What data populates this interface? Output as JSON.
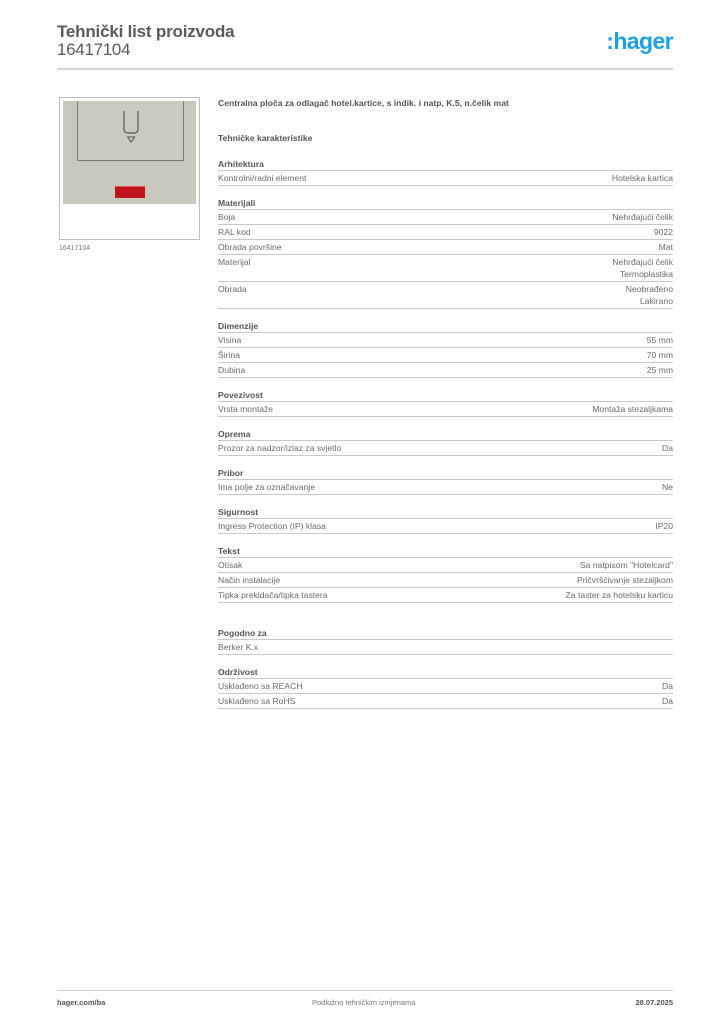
{
  "header": {
    "title": "Tehnički list proizvoda",
    "product_code": "16417104",
    "logo_text": ":hager",
    "logo_color": "#1aa3e8"
  },
  "product": {
    "image_caption": "16417104",
    "name": "Centralna ploča za odlagač hotel.kartice, s indik. i natp, K.5, n.čelik mat"
  },
  "specs": {
    "heading": "Tehničke karakteristike",
    "groups": [
      {
        "title": "Arhitektura",
        "rows": [
          {
            "label": "Kontrolni/radni element",
            "value": "Hotelska kartica"
          }
        ]
      },
      {
        "title": "Materijali",
        "rows": [
          {
            "label": "Boja",
            "value": "Nehrđajući čelik"
          },
          {
            "label": "RAL kod",
            "value": "9022"
          },
          {
            "label": "Obrada površine",
            "value": "Mat"
          },
          {
            "label": "Materijal",
            "value": "Nehrđajući čelik",
            "value2": "Termoplastika"
          },
          {
            "label": "Obrada",
            "value": "Neobrađeno",
            "value2": "Lakirano"
          }
        ]
      },
      {
        "title": "Dimenzije",
        "rows": [
          {
            "label": "Visina",
            "value": "55 mm"
          },
          {
            "label": "Širina",
            "value": "70 mm"
          },
          {
            "label": "Dubina",
            "value": "25 mm"
          }
        ]
      },
      {
        "title": "Povezivost",
        "rows": [
          {
            "label": "Vrsta montaže",
            "value": "Montaža stezaljkama"
          }
        ]
      },
      {
        "title": "Oprema",
        "rows": [
          {
            "label": "Prozor za nadzor/izlaz za svjetlo",
            "value": "Da"
          }
        ]
      },
      {
        "title": "Pribor",
        "rows": [
          {
            "label": "Ima polje za označavanje",
            "value": "Ne"
          }
        ]
      },
      {
        "title": "Sigurnost",
        "rows": [
          {
            "label": "Ingress Protection (IP) klasa",
            "value": "IP20"
          }
        ]
      },
      {
        "title": "Tekst",
        "rows": [
          {
            "label": "Otisak",
            "value": "Sa natpisom \"Hotelcard\""
          },
          {
            "label": "Način instalacije",
            "value": "Pričvršćivanje stezaljkom"
          },
          {
            "label": "Tipka prekidača/tipka tastera",
            "value": "Za taster za hotelsku karticu"
          }
        ]
      },
      {
        "title": "Pogodno za",
        "rows": [
          {
            "label": "Berker K.x",
            "value": ""
          }
        ]
      },
      {
        "title": "Održivost",
        "rows": [
          {
            "label": "Usklađeno sa REACH",
            "value": "Da"
          },
          {
            "label": "Usklađeno sa RoHS",
            "value": "Da"
          }
        ]
      }
    ]
  },
  "footer": {
    "website": "hager.com/ba",
    "note": "Podložno tehničkim izmjenama",
    "date": "28.07.2025"
  }
}
